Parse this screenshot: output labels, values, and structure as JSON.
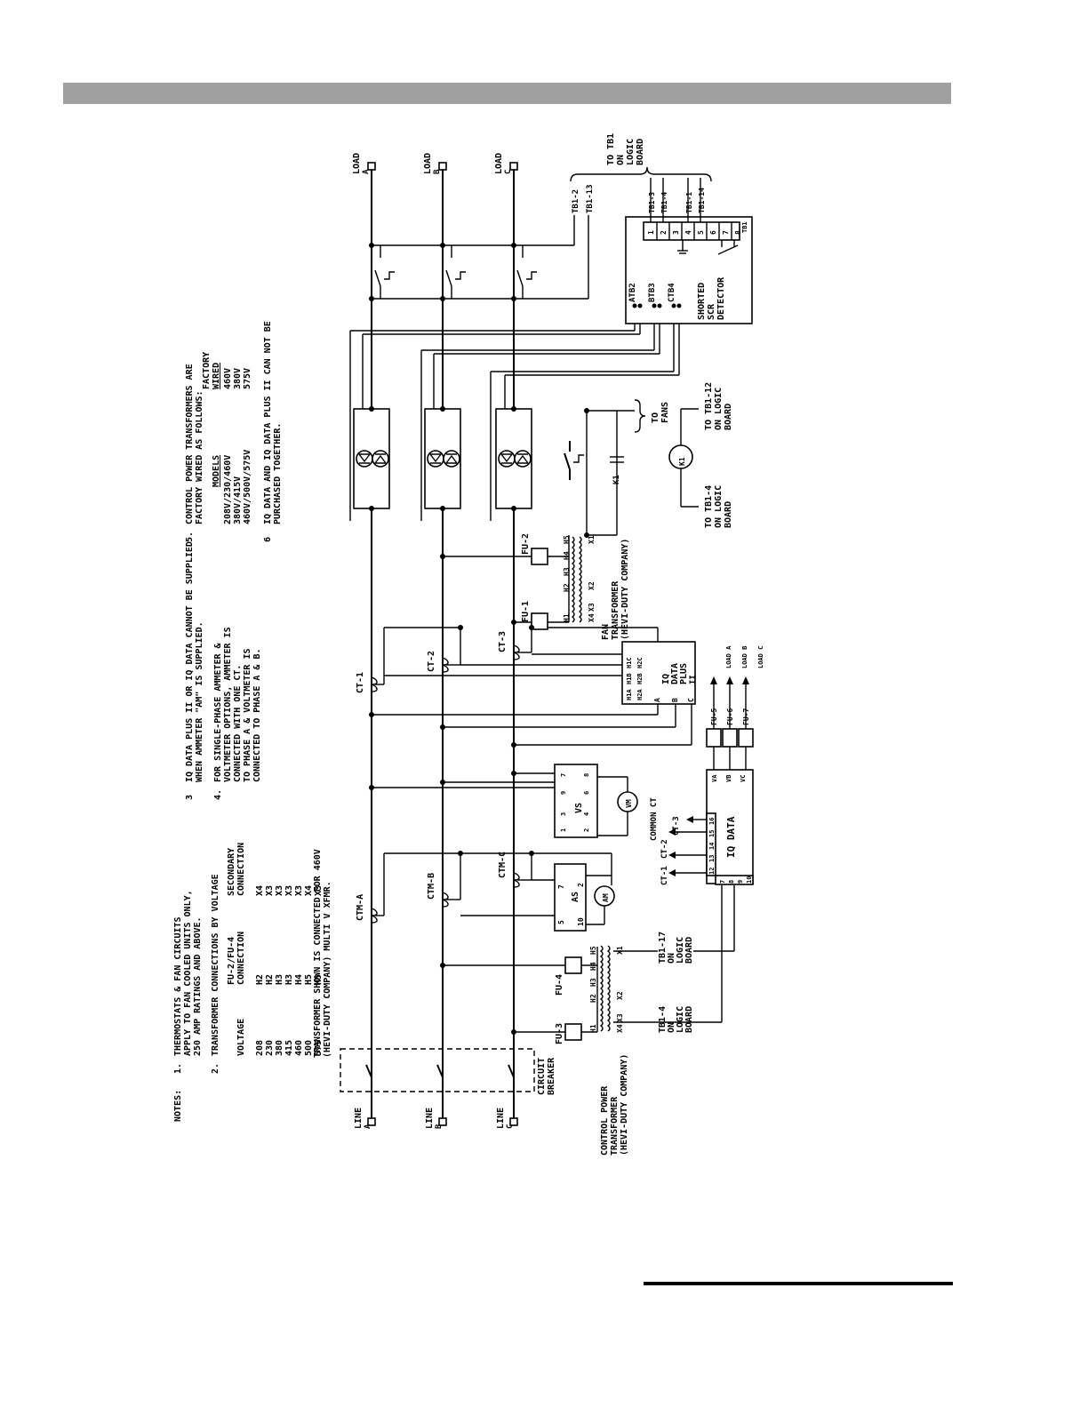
{
  "header_color": "#a0a0a0",
  "notes": {
    "heading": "NOTES:",
    "n1": [
      "1.",
      "THERMOSTATS & FAN CIRCUITS",
      "APPLY TO FAN COOLED UNITS ONLY,",
      "250 AMP RATINGS AND ABOVE."
    ],
    "n2": [
      "2.",
      "TRANSFORMER CONNECTIONS BY VOLTAGE"
    ],
    "table": {
      "col_heads": [
        [
          "",
          "VOLTAGE"
        ],
        [
          "FU-2/FU-4",
          "CONNECTION"
        ],
        [
          "SECONDARY",
          "CONNECTION"
        ]
      ],
      "rows": [
        [
          "208",
          "H2",
          "X4"
        ],
        [
          "230",
          "H2",
          "X3"
        ],
        [
          "380",
          "H3",
          "X3"
        ],
        [
          "415",
          "H3",
          "X3"
        ],
        [
          "460",
          "H4",
          "X3"
        ],
        [
          "500",
          "H5",
          "X4"
        ],
        [
          "575",
          "H5",
          "X3"
        ]
      ]
    },
    "xfmr": [
      "TRANSFORMER SHOWN IS CONNECTED FOR 460V",
      "(HEVI-DUTY COMPANY) MULTI V XFMR."
    ],
    "n3": [
      "3",
      "IQ DATA PLUS II OR IQ DATA CANNOT BE SUPPLIED",
      "WHEN AMMETER \"AM\" IS SUPPLIED."
    ],
    "n4": [
      "4.",
      "FOR SINGLE-PHASE AMMETER &",
      "VOLTMETER OPTIONS, AMMETER IS",
      "CONNECTED WITH ONE CT.",
      "TO PHASE A & VOLTMETER IS",
      "CONNECTED TO PHASE A & B."
    ],
    "n5": [
      "5.",
      "CONTROL POWER TRANSFORMERS ARE",
      "FACTORY WIRED AS FOLLOWS:"
    ],
    "models_head": [
      "MODELS",
      "FACTORY",
      "WIRED"
    ],
    "models": [
      [
        "208V/230/460V",
        "460V"
      ],
      [
        "380V/415V",
        "380V"
      ],
      [
        "460V/500V/575V",
        "575V"
      ]
    ],
    "n6": [
      "6",
      "IQ DATA AND IQ DATA PLUS II CAN NOT BE",
      "PURCHASED TOGETHER."
    ]
  },
  "lines": [
    [
      "LINE",
      "A"
    ],
    [
      "LINE",
      "B"
    ],
    [
      "LINE",
      "C"
    ]
  ],
  "loads": [
    [
      "LOAD",
      "A"
    ],
    [
      "LOAD",
      "B"
    ],
    [
      "LOAD",
      "C"
    ]
  ],
  "circuit_breaker": [
    "CIRCUIT",
    "BREAKER"
  ],
  "cpt": {
    "label": [
      "CONTROL POWER",
      "TRANSFORMER",
      "(HEVI-DUTY COMPANY)"
    ],
    "fuses": [
      "FU-3",
      "FU-4"
    ],
    "taps": [
      "H1",
      "H2",
      "H3",
      "H4",
      "H5",
      "X4",
      "X3",
      "X2",
      "X1"
    ]
  },
  "tb_logic": {
    "a": [
      "TB1-17",
      "ON",
      "LOGIC",
      "BOARD"
    ],
    "b": [
      "TB1-4",
      "ON",
      "LOGIC",
      "BOARD"
    ]
  },
  "ctm": [
    "CTM-A",
    "CTM-B",
    "CTM-C"
  ],
  "as": {
    "label": "AS",
    "terminals": [
      "5",
      "7",
      "2",
      "10"
    ]
  },
  "am": "AM",
  "vs": {
    "label": "VS",
    "terminals": [
      "1",
      "3",
      "9",
      "7",
      "2",
      "4",
      "6",
      "8"
    ]
  },
  "vm": "VM",
  "iq_data": {
    "label": "IQ DATA",
    "ct_labels": [
      "CT-1",
      "CT-2",
      "CT-3",
      "COMMON CT"
    ],
    "terminals": [
      "12",
      "13",
      "14",
      "15",
      "16"
    ],
    "bottom_terms": [
      "7",
      "8",
      "9",
      "10"
    ],
    "v_terms": [
      "VA",
      "VB",
      "VC"
    ],
    "fuses": [
      "FU-5",
      "FU-6",
      "FU-7"
    ],
    "loads": [
      "LOAD A",
      "LOAD B",
      "LOAD C"
    ]
  },
  "ct": [
    "CT-1",
    "CT-2",
    "CT-3"
  ],
  "iq_data_plus": {
    "label": [
      "IQ",
      "DATA",
      "PLUS",
      "II"
    ],
    "h_terms": [
      "H1A",
      "H1B",
      "H1C",
      "H2A",
      "H2B",
      "H2C"
    ],
    "abc": [
      "A",
      "B",
      "C"
    ]
  },
  "fan_transformer": {
    "label": [
      "FAN",
      "TRANSFORMER",
      "(HEVI-DUTY COMPANY)"
    ],
    "fuses": [
      "FU-1",
      "FU-2"
    ],
    "taps": [
      "H1",
      "H2",
      "H3",
      "H4",
      "H5",
      "X4",
      "X3",
      "X2",
      "X1"
    ]
  },
  "k1": "K1",
  "k1_coil": "K1",
  "to_fans": [
    "TO",
    "FANS"
  ],
  "coil_tb": {
    "a": [
      "TO TB1-4",
      "ON LOGIC",
      "BOARD"
    ],
    "b": [
      "TO TB1-12",
      "ON LOGIC",
      "BOARD"
    ]
  },
  "scr_detector": {
    "label": [
      "SHORTED",
      "SCR",
      "DETECTOR"
    ],
    "inputs": [
      "ATB2",
      "BTB3",
      "CTB4"
    ],
    "terminals": [
      "1",
      "2",
      "3",
      "4",
      "5",
      "6",
      "7",
      "8"
    ],
    "tb": "TB1",
    "wire_labels": [
      "TB1-3",
      "TB1-4",
      "TB1-1",
      "TB1-14"
    ]
  },
  "thermostat_wires": [
    "TB1-2",
    "TB1-13"
  ],
  "to_tb1": [
    "TO TB1",
    "ON",
    "LOGIC",
    "BOARD"
  ]
}
